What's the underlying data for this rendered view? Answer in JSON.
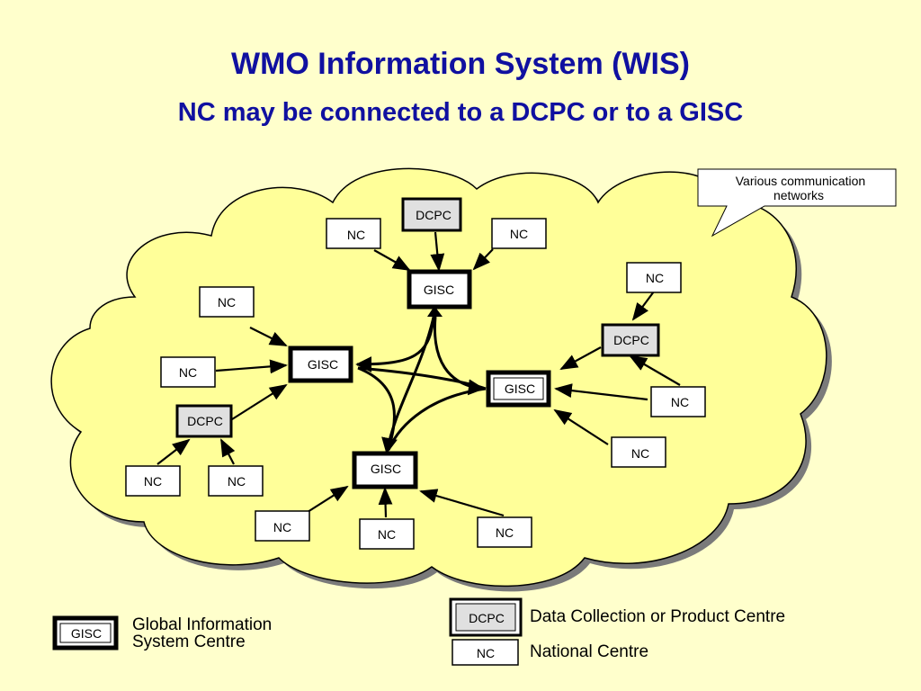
{
  "title": "WMO Information System (WIS)",
  "subtitle": "NC may be connected to a DCPC or to a GISC",
  "callout": {
    "line1": "Various communication",
    "line2": "networks"
  },
  "node_labels": {
    "nc": "NC",
    "gisc": "GISC",
    "dcpc": "DCPC"
  },
  "legend": {
    "gisc_box": "GISC",
    "gisc_line1": "Global Information",
    "gisc_line2": "System Centre",
    "dcpc_box": "DCPC",
    "dcpc_desc": "Data Collection or Product Centre",
    "nc_box": "NC",
    "nc_desc": "National Centre"
  },
  "colors": {
    "background": "#ffffcc",
    "cloud": "#ffff99",
    "title": "#1010a0",
    "dcpc_fill": "#e0e0e0"
  }
}
